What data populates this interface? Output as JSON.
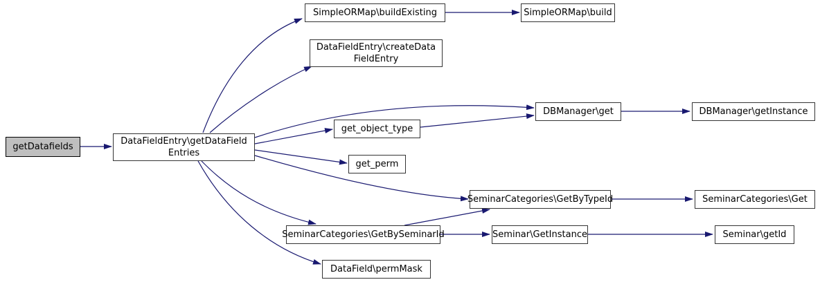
{
  "diagram": {
    "type": "call-graph",
    "colors": {
      "edge": "#191970",
      "node_border": "#333333",
      "node_fill": "#ffffff",
      "highlight_fill": "#bfbfbf",
      "text": "#000000",
      "background": "#ffffff"
    },
    "nodes": [
      {
        "id": "getDatafields",
        "label": "getDatafields",
        "highlighted": true
      },
      {
        "id": "DataFieldEntry_getDataFieldEntries",
        "label": "DataFieldEntry\\getDataField\nEntries",
        "highlighted": false
      },
      {
        "id": "SimpleORMap_buildExisting",
        "label": "SimpleORMap\\buildExisting",
        "highlighted": false
      },
      {
        "id": "SimpleORMap_build",
        "label": "SimpleORMap\\build",
        "highlighted": false
      },
      {
        "id": "DataFieldEntry_createDataFieldEntry",
        "label": "DataFieldEntry\\createData\nFieldEntry",
        "highlighted": false
      },
      {
        "id": "DBManager_get",
        "label": "DBManager\\get",
        "highlighted": false
      },
      {
        "id": "DBManager_getInstance",
        "label": "DBManager\\getInstance",
        "highlighted": false
      },
      {
        "id": "get_object_type",
        "label": "get_object_type",
        "highlighted": false
      },
      {
        "id": "get_perm",
        "label": "get_perm",
        "highlighted": false
      },
      {
        "id": "SeminarCategories_GetByTypeId",
        "label": "SeminarCategories\\GetByTypeId",
        "highlighted": false
      },
      {
        "id": "SeminarCategories_Get",
        "label": "SeminarCategories\\Get",
        "highlighted": false
      },
      {
        "id": "SeminarCategories_GetBySeminarId",
        "label": "SeminarCategories\\GetBySeminarId",
        "highlighted": false
      },
      {
        "id": "Seminar_GetInstance",
        "label": "Seminar\\GetInstance",
        "highlighted": false
      },
      {
        "id": "Seminar_getId",
        "label": "Seminar\\getId",
        "highlighted": false
      },
      {
        "id": "DataField_permMask",
        "label": "DataField\\permMask",
        "highlighted": false
      }
    ],
    "edges": [
      {
        "from": "getDatafields",
        "to": "DataFieldEntry_getDataFieldEntries"
      },
      {
        "from": "DataFieldEntry_getDataFieldEntries",
        "to": "SimpleORMap_buildExisting"
      },
      {
        "from": "DataFieldEntry_getDataFieldEntries",
        "to": "DataFieldEntry_createDataFieldEntry"
      },
      {
        "from": "DataFieldEntry_getDataFieldEntries",
        "to": "DBManager_get"
      },
      {
        "from": "DataFieldEntry_getDataFieldEntries",
        "to": "get_object_type"
      },
      {
        "from": "DataFieldEntry_getDataFieldEntries",
        "to": "get_perm"
      },
      {
        "from": "DataFieldEntry_getDataFieldEntries",
        "to": "SeminarCategories_GetByTypeId"
      },
      {
        "from": "DataFieldEntry_getDataFieldEntries",
        "to": "SeminarCategories_GetBySeminarId"
      },
      {
        "from": "DataFieldEntry_getDataFieldEntries",
        "to": "DataField_permMask"
      },
      {
        "from": "SimpleORMap_buildExisting",
        "to": "SimpleORMap_build"
      },
      {
        "from": "get_object_type",
        "to": "DBManager_get"
      },
      {
        "from": "DBManager_get",
        "to": "DBManager_getInstance"
      },
      {
        "from": "SeminarCategories_GetByTypeId",
        "to": "SeminarCategories_Get"
      },
      {
        "from": "SeminarCategories_GetBySeminarId",
        "to": "SeminarCategories_GetByTypeId"
      },
      {
        "from": "SeminarCategories_GetBySeminarId",
        "to": "Seminar_GetInstance"
      },
      {
        "from": "Seminar_GetInstance",
        "to": "Seminar_getId"
      }
    ]
  }
}
